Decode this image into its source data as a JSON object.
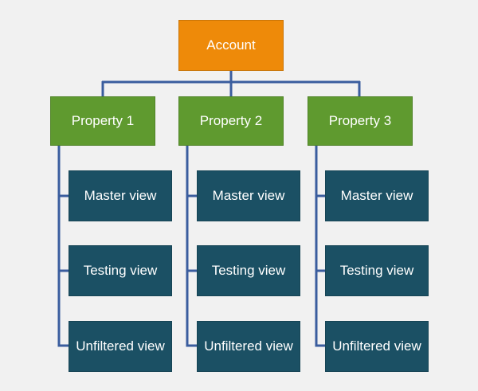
{
  "account": {
    "label": "Account"
  },
  "properties": [
    {
      "label": "Property 1",
      "views": [
        "Master view",
        "Testing view",
        "Unfiltered view"
      ]
    },
    {
      "label": "Property 2",
      "views": [
        "Master view",
        "Testing view",
        "Unfiltered view"
      ]
    },
    {
      "label": "Property 3",
      "views": [
        "Master view",
        "Testing view",
        "Unfiltered view"
      ]
    }
  ],
  "colors": {
    "account": "#ee8a09",
    "property": "#5f9a2f",
    "view": "#1b5064",
    "connector": "#3a5d9e",
    "background": "#f1f1f1"
  }
}
